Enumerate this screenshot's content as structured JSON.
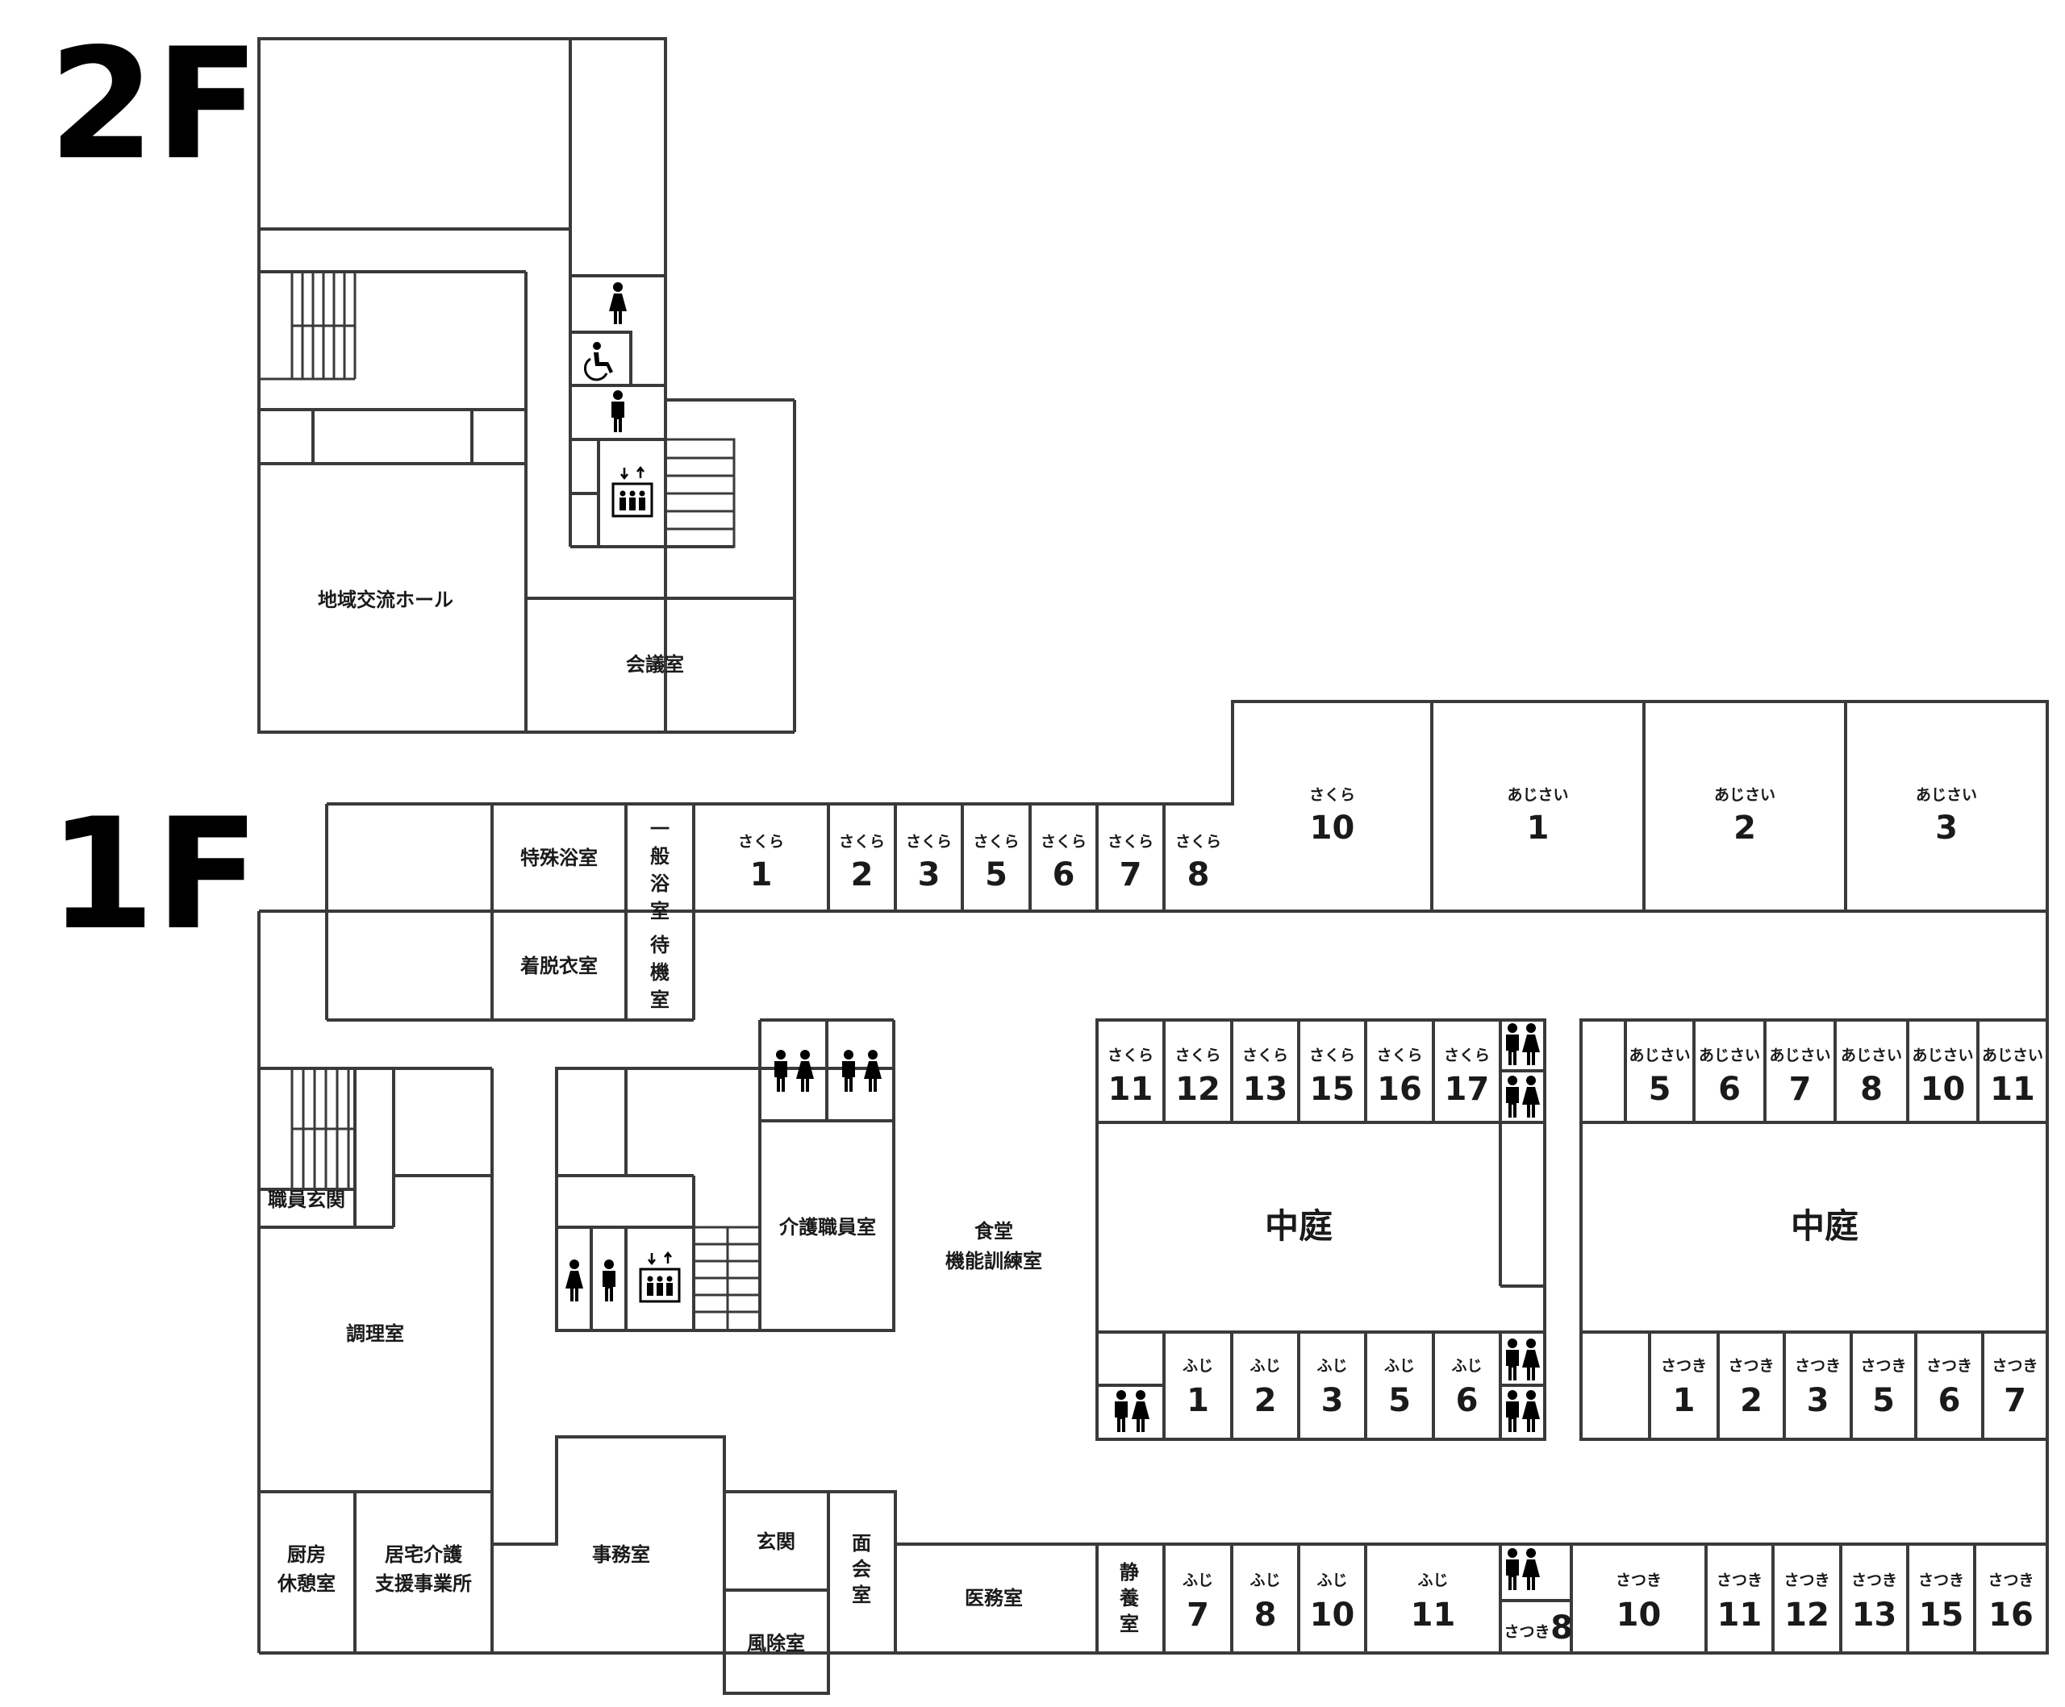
{
  "floors": {
    "second": {
      "label": "2F",
      "rooms": {
        "hall": "地域交流ホール",
        "meeting": "会議室"
      }
    },
    "first": {
      "label": "1F",
      "rooms": {
        "special_bath": "特殊浴室",
        "general_bath": "一般浴室",
        "dressing": "着脱衣室",
        "waiting": "待機室",
        "staff_entrance": "職員玄関",
        "cooking": "調理室",
        "kitchen_break": "厨房休憩室",
        "home_care": "居宅介護支援事業所",
        "office": "事務室",
        "entrance": "玄関",
        "windbreak": "風除室",
        "visit": "面会室",
        "care_staff": "介護職員室",
        "dining_1": "食堂",
        "dining_2": "機能訓練室",
        "medical": "医務室",
        "rest": "静養室",
        "courtyard": "中庭"
      }
    }
  },
  "unit_names": {
    "sakura": "さくら",
    "ajisai": "あじさい",
    "fuji": "ふじ",
    "satsuki": "さつき"
  },
  "sakura_north": [
    "1",
    "2",
    "3",
    "5",
    "6",
    "7",
    "8"
  ],
  "sakura_10": "10",
  "sakura_inner": [
    "11",
    "12",
    "13",
    "15",
    "16",
    "17"
  ],
  "ajisai_north": [
    "1",
    "2",
    "3"
  ],
  "ajisai_inner": [
    "5",
    "6",
    "7",
    "8",
    "10",
    "11"
  ],
  "fuji_inner": [
    "1",
    "2",
    "3",
    "5",
    "6"
  ],
  "fuji_south": [
    "7",
    "8",
    "10",
    "11"
  ],
  "satsuki_inner": [
    "1",
    "2",
    "3",
    "5",
    "6",
    "7"
  ],
  "satsuki_south": [
    "10",
    "11",
    "12",
    "13",
    "15",
    "16"
  ],
  "satsuki_8": "8",
  "icons": [
    "female-toilet-icon",
    "male-toilet-icon",
    "accessible-toilet-icon",
    "elevator-icon",
    "staircase-icon"
  ]
}
